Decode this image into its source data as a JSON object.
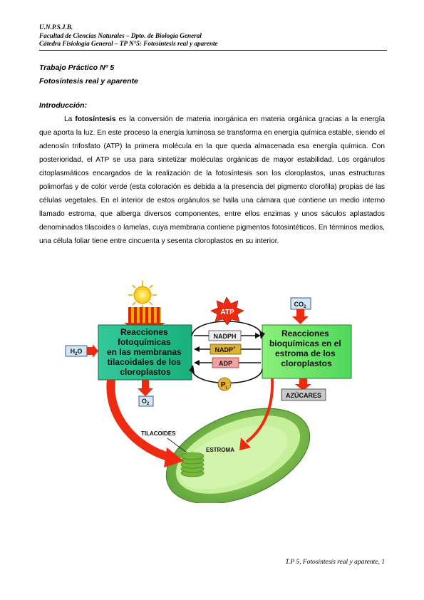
{
  "header": {
    "line1": "U.N.P.S.J.B.",
    "line2": "Facultad de Ciencias Naturales – Dpto. de Biología General",
    "line3": "Cátedra Fisiología General – TP N°5: Fotosíntesis real y aparente"
  },
  "title": {
    "line1": "Trabajo Práctico Nº 5",
    "line2": "Fotosíntesis real y aparente"
  },
  "intro_heading": "Introducción:",
  "paragraph": {
    "lead": "La ",
    "bold": "fotosíntesis",
    "rest": " es la conversión de materia inorgánica en materia orgánica gracias a la energía que aporta la luz. En este proceso la energía luminosa se transforma en energía química estable, siendo el adenosín trifosfato (ATP) la primera molécula en la que queda almacenada esa energía química. Con posterioridad, el ATP se usa para sintetizar moléculas orgánicas de mayor estabilidad. Los orgánulos citoplasmáticos encargados de la realización de la fotosíntesis son los cloroplastos, unas estructuras polimorfas y de color verde (esta coloración es debida a la presencia del pigmento clorofila) propias de las células vegetales. En el interior de estos orgánulos se halla una cámara que contiene un medio interno llamado estroma, que alberga diversos componentes, entre ellos enzimas y unos sáculos aplastados denominados tilacoides o lamelas, cuya membrana contiene pigmentos fotosintéticos. En términos medios, una célula foliar tiene entre cincuenta y sesenta cloroplastos en su interior."
  },
  "figure": {
    "left_box": [
      "Reacciones",
      "fotoquímicas",
      "en las membranas",
      "tilacoidales de los",
      "cloroplastos"
    ],
    "right_box": [
      "Reacciones",
      "bioquímicas en el",
      "estroma de los",
      "cloroplastos"
    ],
    "atp": "ATP",
    "nadph": "NADPH",
    "nadp": "NADP",
    "nadp_sup": "+",
    "adp": "ADP",
    "pi": "P",
    "pi_sub": "i",
    "h2o_a": "H",
    "h2o_sub": "2",
    "h2o_b": "O",
    "o2_a": "O",
    "o2_sub": "2",
    "co2_a": "CO",
    "co2_sub": "2",
    "azucares": "AZÚCARES",
    "tilacoides": "TILACOIDES",
    "estroma": "ESTROMA",
    "colors": {
      "left_box": "#1fba86",
      "right_box": "#6ee86a",
      "arrow_red": "#ee2a10",
      "chloroplast": "#7cc24a",
      "stroma": "#c6ef9a",
      "label_box": "#cfe8f5"
    }
  },
  "footer": "T.P 5, Fotosíntesis  real y aparente, 1"
}
